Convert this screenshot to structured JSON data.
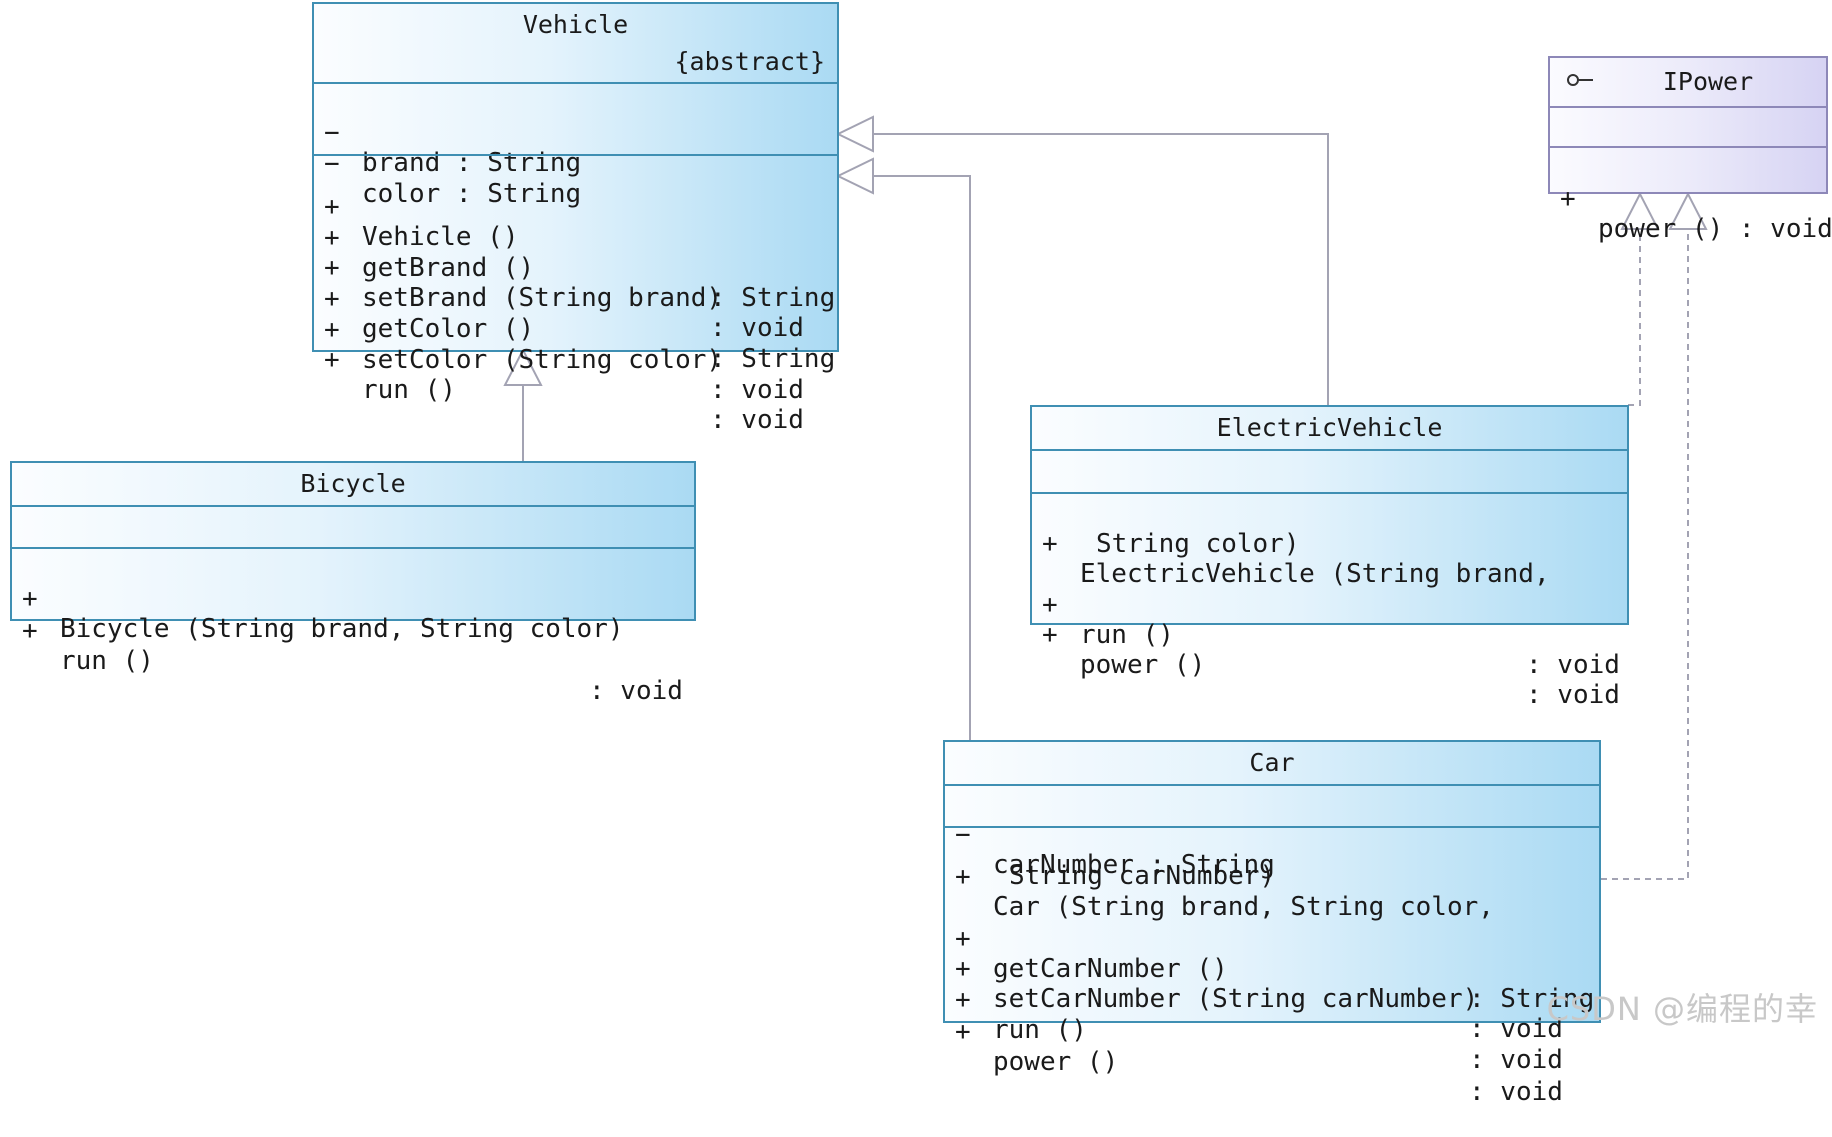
{
  "classes": {
    "vehicle": {
      "name": "Vehicle",
      "stereotype": "{abstract}",
      "attributes": [
        {
          "vis": "−",
          "text": "brand : String"
        },
        {
          "vis": "−",
          "text": "color : String"
        }
      ],
      "operations": [
        {
          "vis": "+",
          "sig": "Vehicle ()",
          "ret": ""
        },
        {
          "vis": "+",
          "sig": "getBrand ()",
          "ret": ": String"
        },
        {
          "vis": "+",
          "sig": "setBrand (String brand)",
          "ret": ": void"
        },
        {
          "vis": "+",
          "sig": "getColor ()",
          "ret": ": String"
        },
        {
          "vis": "+",
          "sig": "setColor (String color)",
          "ret": ": void"
        },
        {
          "vis": "+",
          "sig": "run ()",
          "ret": ": void"
        }
      ]
    },
    "bicycle": {
      "name": "Bicycle",
      "operations": [
        {
          "vis": "+",
          "sig": "Bicycle (String brand, String color)",
          "ret": ""
        },
        {
          "vis": "+",
          "sig": "run ()",
          "ret": ": void"
        }
      ]
    },
    "electric_vehicle": {
      "name": "ElectricVehicle",
      "operations": [
        {
          "vis": "+",
          "sig": "ElectricVehicle (String brand,",
          "cont": "String color)",
          "ret": ""
        },
        {
          "vis": "+",
          "sig": "run ()",
          "ret": ": void"
        },
        {
          "vis": "+",
          "sig": "power ()",
          "ret": ": void"
        }
      ]
    },
    "car": {
      "name": "Car",
      "attributes": [
        {
          "vis": "−",
          "text": "carNumber : String"
        }
      ],
      "operations": [
        {
          "vis": "+",
          "sig": "Car (String brand, String color,",
          "cont": "String carNumber)",
          "ret": ""
        },
        {
          "vis": "+",
          "sig": "getCarNumber ()",
          "ret": ": String"
        },
        {
          "vis": "+",
          "sig": "setCarNumber (String carNumber)",
          "ret": ": void"
        },
        {
          "vis": "+",
          "sig": "run ()",
          "ret": ": void"
        },
        {
          "vis": "+",
          "sig": "power ()",
          "ret": ": void"
        }
      ]
    },
    "ipower": {
      "name": "IPower",
      "operations": [
        {
          "vis": "+",
          "sig": "power () : void",
          "ret": ""
        }
      ]
    }
  },
  "relations": [
    {
      "from": "Bicycle",
      "to": "Vehicle",
      "kind": "generalization"
    },
    {
      "from": "ElectricVehicle",
      "to": "Vehicle",
      "kind": "generalization"
    },
    {
      "from": "Car",
      "to": "Vehicle",
      "kind": "generalization"
    },
    {
      "from": "ElectricVehicle",
      "to": "IPower",
      "kind": "realization"
    },
    {
      "from": "Car",
      "to": "IPower",
      "kind": "realization"
    }
  ],
  "watermark": "CSDN @编程的幸",
  "colors": {
    "class_border": "#3f8fb3",
    "interface_border": "#8d88b8",
    "connector": "#a3a3b3"
  }
}
